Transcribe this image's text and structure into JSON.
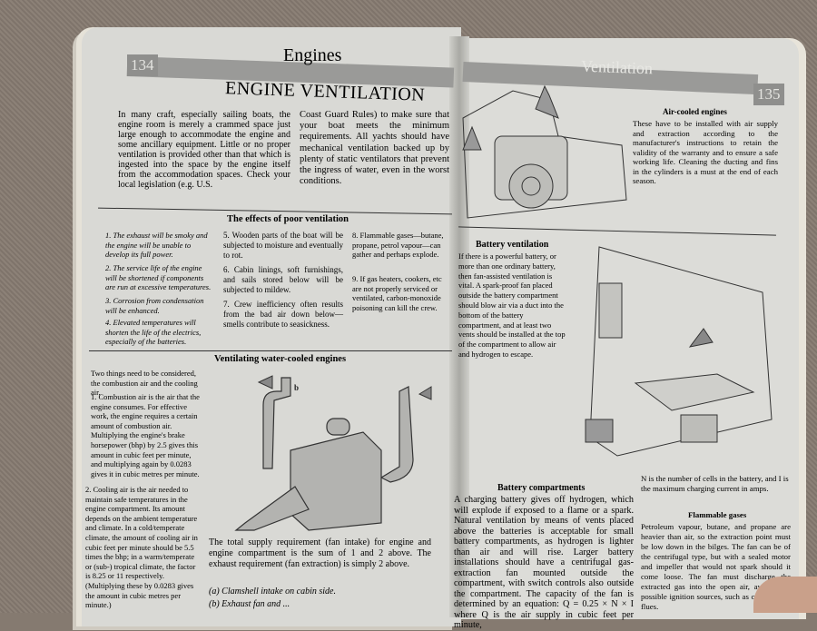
{
  "left_page": {
    "page_number": "134",
    "section": "Engines",
    "title": "ENGINE VENTILATION",
    "intro_col1": "In many craft, especially sailing boats, the engine room is merely a crammed space just large enough to accommodate the engine and some ancillary equipment. Little or no proper ventilation is provided other than that which is ingested into the space by the engine itself from the accommodation spaces. Check your local legislation (e.g. U.S.",
    "intro_col2": "Coast Guard Rules) to make sure that your boat meets the minimum requirements. All yachts should have mechanical ventilation backed up by plenty of static ventilators that prevent the ingress of water, even in the worst conditions.",
    "effects_heading": "The effects of poor ventilation",
    "effects": [
      "1. The exhaust will be smoky and the engine will be unable to develop its full power.",
      "2. The service life of the engine will be shortened if components are run at excessive temperatures.",
      "3. Corrosion from condensation will be enhanced.",
      "4. Elevated temperatures will shorten the life of the electrics, especially of the batteries.",
      "5. Wooden parts of the boat will be subjected to moisture and eventually to rot.",
      "6. Cabin linings, soft furnishings, and sails stored below will be subjected to mildew.",
      "7. Crew inefficiency often results from the bad air down below—smells contribute to seasickness.",
      "8. Flammable gases—butane, propane, petrol vapour—can gather and perhaps explode.",
      "9. If gas heaters, cookers, etc are not properly serviced or ventilated, carbon-monoxide poisoning can kill the crew."
    ],
    "water_cooled_heading": "Ventilating water-cooled engines",
    "side_intro": "Two things need to be considered, the combustion air and the cooling air.",
    "side_1": "1. Combustion air is the air that the engine consumes. For effective work, the engine requires a certain amount of combustion air. Multiplying the engine's brake horsepower (bhp) by 2.5 gives this amount in cubic feet per minute, and multiplying again by 0.0283 gives it in cubic metres per minute.",
    "side_2": "2. Cooling air is the air needed to maintain safe temperatures in the engine compartment. Its amount depends on the ambient temperature and climate. In a cold/temperate climate, the amount of cooling air in cubic feet per minute should be 5.5 times the bhp; in a warm/temperate or (sub-) tropical climate, the factor is 8.25 or 11 respectively. (Multiplying these by 0.0283 gives the amount in cubic metres per minute.)",
    "diagram_label_b": "b",
    "supply_text": "The total supply requirement (fan intake) for engine and engine compartment is the sum of 1 and 2 above. The exhaust requirement (fan extraction) is simply 2 above.",
    "list_a": "(a) Clamshell intake on cabin side.",
    "list_b": "(b) Exhaust fan and ..."
  },
  "right_page": {
    "page_number": "135",
    "section": "Ventilation",
    "air_cooled_heading": "Air-cooled engines",
    "air_cooled_text": "These have to be installed with air supply and extraction according to the manufacturer's instructions to retain the validity of the warranty and to ensure a safe working life. Cleaning the ducting and fins in the cylinders is a must at the end of each season.",
    "battery_vent_heading": "Battery ventilation",
    "battery_vent_text": "If there is a powerful battery, or more than one ordinary battery, then fan-assisted ventilation is vital. A spark-proof fan placed outside the battery compartment should blow air via a duct into the bottom of the battery compartment, and at least two vents should be installed at the top of the compartment to allow air and hydrogen to escape.",
    "compartments_heading": "Battery compartments",
    "compartments_text": "A charging battery gives off hydrogen, which will explode if exposed to a flame or a spark. Natural ventilation by means of vents placed above the batteries is acceptable for small battery compartments, as hydrogen is lighter than air and will rise. Larger battery installations should have a centrifugal gas-extraction fan mounted outside the compartment, with switch controls also outside the compartment. The capacity of the fan is determined by an equation:  Q = 0.25 × N × I where Q is the air supply in cubic feet per minute,",
    "n_text": "N is the number of cells in the battery, and I is the maximum charging current in amps.",
    "flammable_heading": "Flammable gases",
    "flammable_text": "Petroleum vapour, butane, and propane are heavier than air, so the extraction point must be low down in the bilges. The fan can be of the centrifugal type, but with a sealed motor and impeller that would not spark should it come loose. The fan must discharge the extracted gas into the open air, away from possible ignition sources, such as cabin-heater flues."
  }
}
